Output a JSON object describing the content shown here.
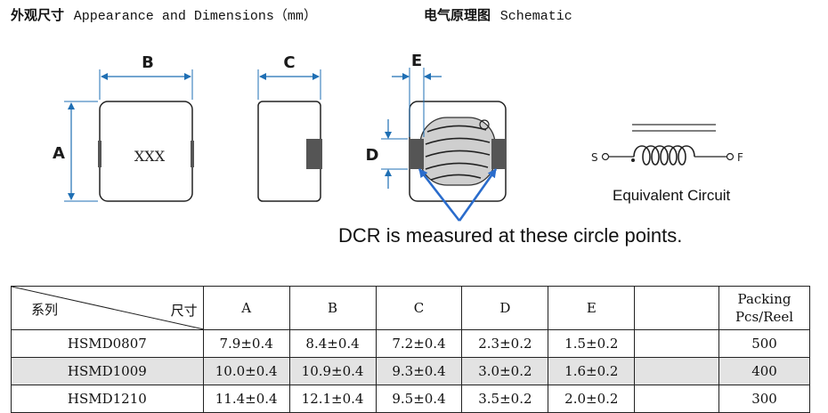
{
  "header": {
    "left_cn": "外观尺寸",
    "left_en": "Appearance and Dimensions（mm）",
    "right_cn": "电气原理图",
    "right_en": "Schematic"
  },
  "figure": {
    "dim_labels": {
      "a": "A",
      "b": "B",
      "c": "C",
      "d": "D",
      "e": "E"
    },
    "part_marking": "XXX",
    "schematic_start": "S",
    "schematic_finish": "F",
    "equivalent_circuit": "Equivalent Circuit",
    "dcr_note": "DCR is measured at these circle points."
  },
  "table": {
    "corner_series": "系列",
    "corner_size": "尺寸",
    "columns": [
      "A",
      "B",
      "C",
      "D",
      "E",
      "",
      "Packing\nPcs/Reel"
    ],
    "rows": [
      {
        "series": "HSMD0807",
        "values": [
          "7.9±0.4",
          "8.4±0.4",
          "7.2±0.4",
          "2.3±0.2",
          "1.5±0.2",
          "",
          "500"
        ]
      },
      {
        "series": "HSMD1009",
        "values": [
          "10.0±0.4",
          "10.9±0.4",
          "9.3±0.4",
          "3.0±0.2",
          "1.6±0.2",
          "",
          "400"
        ]
      },
      {
        "series": "HSMD1210",
        "values": [
          "11.4±0.4",
          "12.1±0.4",
          "9.5±0.4",
          "3.5±0.2",
          "2.0±0.2",
          "",
          "300"
        ]
      }
    ]
  }
}
